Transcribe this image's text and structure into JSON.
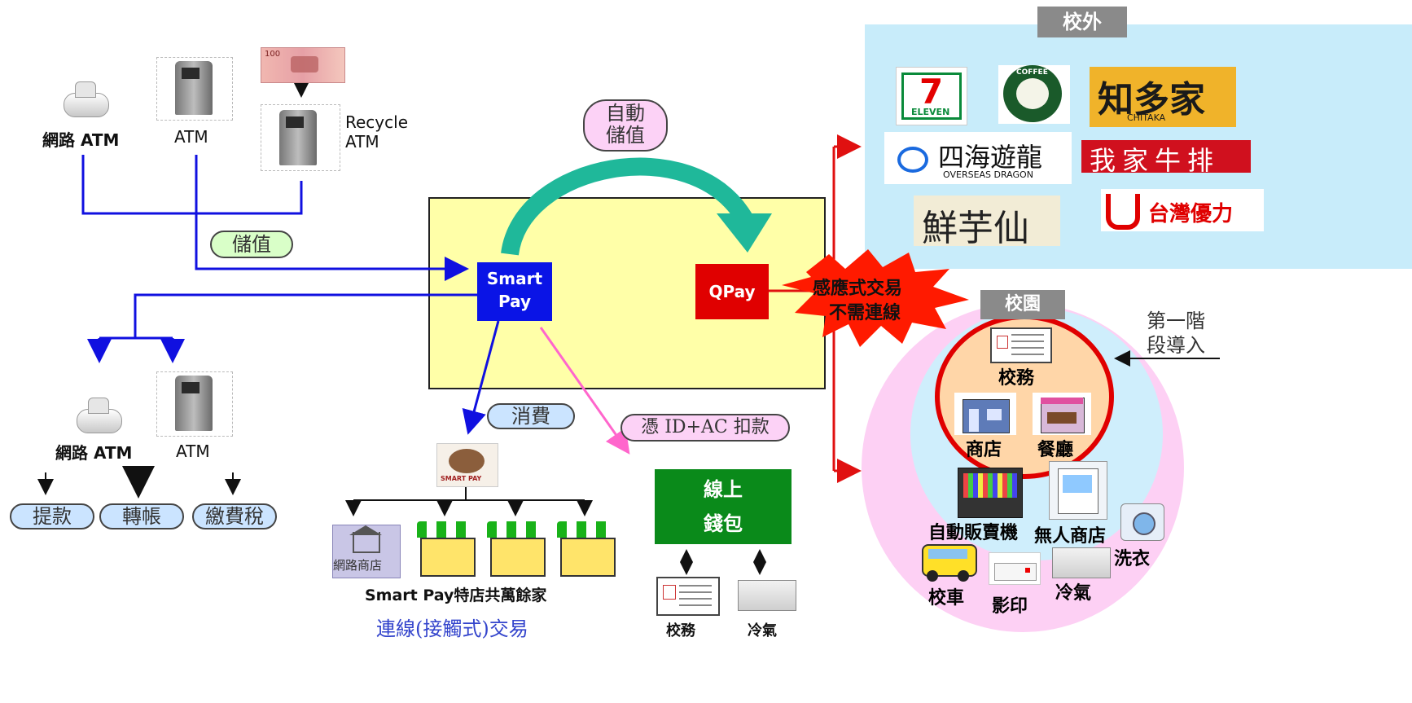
{
  "atm_top": {
    "net_atm": "網路 ATM",
    "atm": "ATM",
    "recycle_atm_line1": "Recycle",
    "recycle_atm_line2": "ATM",
    "banknote_value": "100"
  },
  "labels": {
    "deposit": "儲值",
    "auto_deposit_line1": "自動",
    "auto_deposit_line2": "儲值",
    "consume": "消費",
    "id_ac_debit": "憑 ID+AC 扣款",
    "contactless_line1": "感應式交易",
    "contactless_line2": "不需連線",
    "phase1_line1": "第一階",
    "phase1_line2": "段導入"
  },
  "center": {
    "smart_pay_line1": "Smart",
    "smart_pay_line2": "Pay",
    "qpay": "QPay"
  },
  "atm_bottom": {
    "net_atm": "網路 ATM",
    "atm": "ATM",
    "withdraw": "提款",
    "transfer": "轉帳",
    "pay_tax": "繳費稅"
  },
  "stores": {
    "online_store": "網路商店",
    "smartpay_caption": "Smart Pay特店共萬餘家",
    "connected_trade": "連線(接觸式)交易",
    "smart_pay_logo_text": "SMART PAY"
  },
  "wallet": {
    "line1": "線上",
    "line2": "錢包",
    "school_affairs": "校務",
    "air_con": "冷氣"
  },
  "off_campus": {
    "title": "校外",
    "seven_eleven": "ELEVEN",
    "coffee": "COFFEE",
    "chitaka_cn": "知多家",
    "chitaka_en": "CHITAKA",
    "overseas_cn": "四海遊龍",
    "overseas_en": "OVERSEAS DRAGON",
    "steak": "我家牛排",
    "taro": "鮮芋仙",
    "pocari": "台灣優力"
  },
  "campus": {
    "title": "校園",
    "school_affairs": "校務",
    "shop": "商店",
    "restaurant": "餐廳",
    "vending": "自動販賣機",
    "unmanned": "無人商店",
    "laundry": "洗衣",
    "bus": "校車",
    "print": "影印",
    "air_con": "冷氣"
  },
  "colors": {
    "blue_line": "#1010e0",
    "red_line": "#e01010",
    "pink_line": "#ff66cc",
    "smart_pay_bg": "#0a14e6",
    "qpay_bg": "#e00000",
    "center_box": "#ffffa8",
    "off_campus_bg": "#c8ecfa",
    "campus_outer": "#fdd0f4",
    "wallet_bg": "#0a8a1a",
    "teal_arrow": "#1fb89a"
  }
}
